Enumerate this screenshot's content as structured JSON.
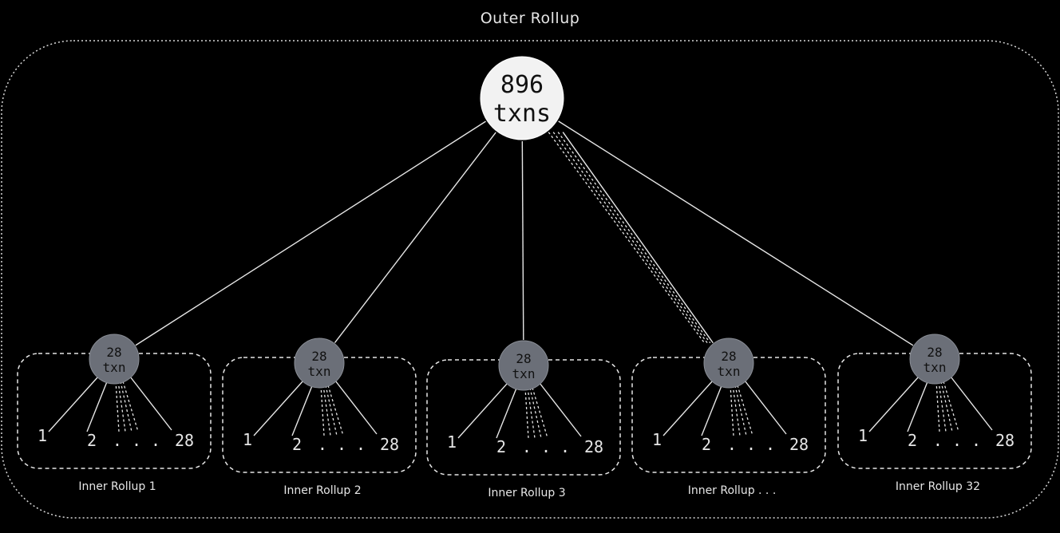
{
  "outer": {
    "title": "Outer Rollup"
  },
  "root": {
    "count": "896",
    "unit": "txns"
  },
  "inner_rollups": [
    {
      "label": "Inner Rollup 1",
      "node_count": "28",
      "node_unit": "txn",
      "leaves": [
        "1",
        "2",
        ". . .",
        "28"
      ]
    },
    {
      "label": "Inner Rollup 2",
      "node_count": "28",
      "node_unit": "txn",
      "leaves": [
        "1",
        "2",
        ". . .",
        "28"
      ]
    },
    {
      "label": "Inner Rollup 3",
      "node_count": "28",
      "node_unit": "txn",
      "leaves": [
        "1",
        "2",
        ". . .",
        "28"
      ]
    },
    {
      "label": "Inner Rollup . . .",
      "node_count": "28",
      "node_unit": "txn",
      "leaves": [
        "1",
        "2",
        ". . .",
        "28"
      ]
    },
    {
      "label": "Inner Rollup 32",
      "node_count": "28",
      "node_unit": "txn",
      "leaves": [
        "1",
        "2",
        ". . .",
        "28"
      ]
    }
  ],
  "colors": {
    "background": "#000000",
    "line": "#e6e6e6",
    "root_fill": "#f2f2f2",
    "root_text": "#111111",
    "inner_node_fill": "#6b6f78",
    "inner_node_text": "#111111"
  }
}
